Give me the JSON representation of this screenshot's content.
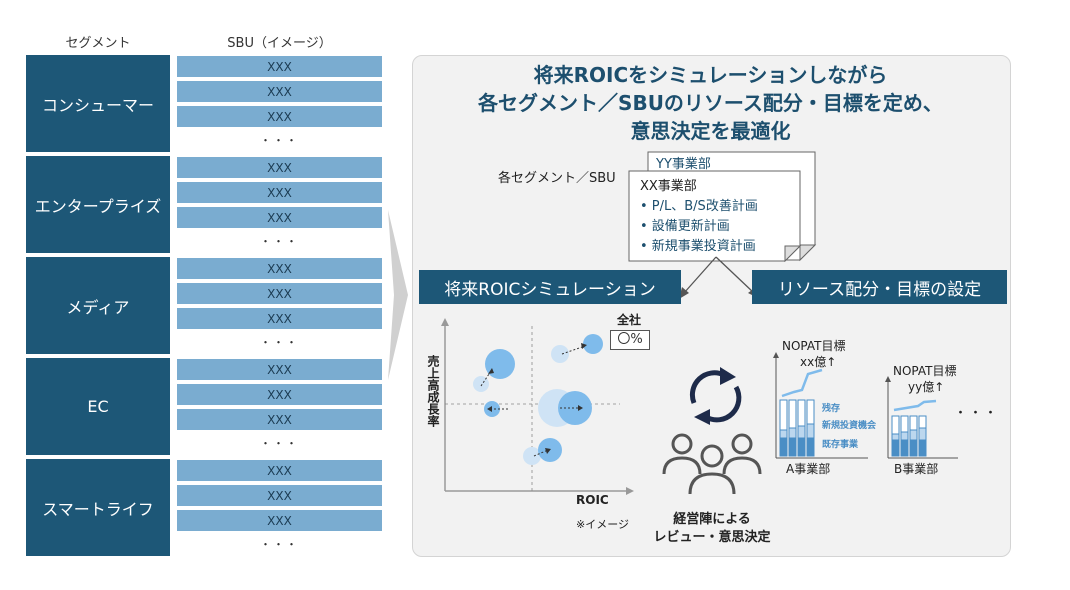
{
  "headers": {
    "segment": "セグメント",
    "sbu": "SBU（イメージ）"
  },
  "segments": [
    {
      "label": "コンシューマー",
      "items": [
        "XXX",
        "XXX",
        "XXX"
      ],
      "more": "・・・"
    },
    {
      "label": "エンタープライズ",
      "items": [
        "XXX",
        "XXX",
        "XXX"
      ],
      "more": "・・・"
    },
    {
      "label": "メディア",
      "items": [
        "XXX",
        "XXX",
        "XXX"
      ],
      "more": "・・・"
    },
    {
      "label": "EC",
      "items": [
        "XXX",
        "XXX",
        "XXX"
      ],
      "more": "・・・"
    },
    {
      "label": "スマートライフ",
      "items": [
        "XXX",
        "XXX",
        "XXX"
      ],
      "more": "・・・"
    }
  ],
  "panel": {
    "title_lines": [
      "将来ROICをシミュレーションしながら",
      "各セグメント／SBUのリソース配分・目標を定め、",
      "意思決定を最適化"
    ],
    "doc_label": "各セグメント／SBU",
    "doc_back_title": "YY事業部",
    "doc_front_title": "XX事業部",
    "doc_items": [
      "• P/L、B/S改善計画",
      "• 設備更新計画",
      "• 新規事業投資計画"
    ],
    "box_sim": "将来ROICシミュレーション",
    "box_res": "リソース配分・目標の設定",
    "scatter": {
      "ylabel": "売上高成長率",
      "xlabel": "ROIC",
      "company_label": "全社",
      "company_value": "〇%",
      "note": "※イメージ"
    },
    "review": {
      "line1": "経営陣による",
      "line2": "レビュー・意思決定"
    },
    "bars_a": {
      "target_line1": "NOPAT目標",
      "target_line2": "xx億↑",
      "label": "A事業部",
      "legend": [
        "残存",
        "新規投資機会",
        "既存事業"
      ]
    },
    "bars_b": {
      "target_line1": "NOPAT目標",
      "target_line2": "yy億↑",
      "label": "B事業部"
    },
    "ellipsis": "・・・"
  },
  "colors": {
    "navy": "#1d5777",
    "sbu": "#7aacd0",
    "bubble": "#7fbbeb",
    "title": "#1d4f6e"
  }
}
